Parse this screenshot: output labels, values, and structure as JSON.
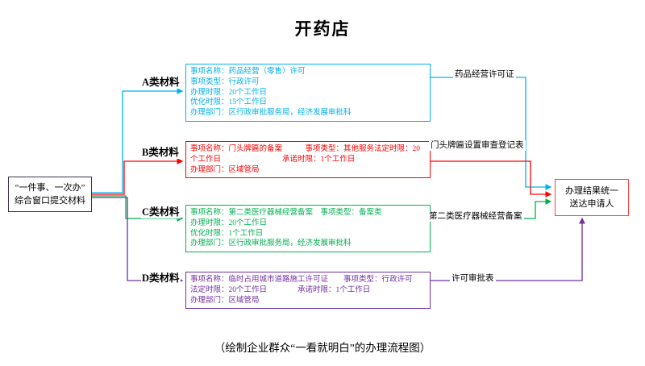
{
  "title": "开药店",
  "caption": "（绘制企业群众“一看就明白”的办理流程图）",
  "colors": {
    "branch_a": "#00b0f0",
    "branch_b": "#ff0000",
    "branch_c": "#00b050",
    "branch_d": "#7030a0",
    "start_box_border": "#3f3151",
    "end_box_border": "#ff4040"
  },
  "start_node": {
    "line1": "“一件事、一次办”",
    "line2": "综合窗口提交材料"
  },
  "end_node": {
    "line1": "办理结果统一",
    "line2": "送达申请人"
  },
  "branches": [
    {
      "label": "A类材料",
      "color": "#00b0f0",
      "box_lines": [
        "事项名称：药品经营（零售）许可",
        "事项类型：行政许可",
        "办理时限：20个工作日",
        "优化时限：15个工作日",
        "办理部门：区行政审批服务局，经济发展审批科"
      ],
      "output": "药品经营许可证"
    },
    {
      "label": "B类材料",
      "color": "#ff0000",
      "box_lines": [
        "事项名称：门头牌匾的备案　　　事项类型：其他服务法定时限：20",
        "个工作日　　　　　　　　承诺时限：1个工作日",
        "办理部门：区域管局"
      ],
      "output": "门头牌匾设置审查登记表"
    },
    {
      "label": "C类材料",
      "color": "#00b050",
      "box_lines": [
        "事项名称：第二类医疗器械经营备案　事项类型：备案类",
        "办理时限：20个工作日",
        "优化时限：1个工作日",
        "办理部门：区行政审批服务局，经济发展审批科"
      ],
      "output": "第二类医疗器械经营备案"
    },
    {
      "label": "D类材料",
      "color": "#7030a0",
      "box_lines": [
        "事项名称：临时占用城市道路施工许可证　　事项类型：行政许可",
        "法定时限：20个工作日　　　　承诺时限：1个工作日",
        "办理部门：区域管局"
      ],
      "output": "许可审批表"
    }
  ]
}
